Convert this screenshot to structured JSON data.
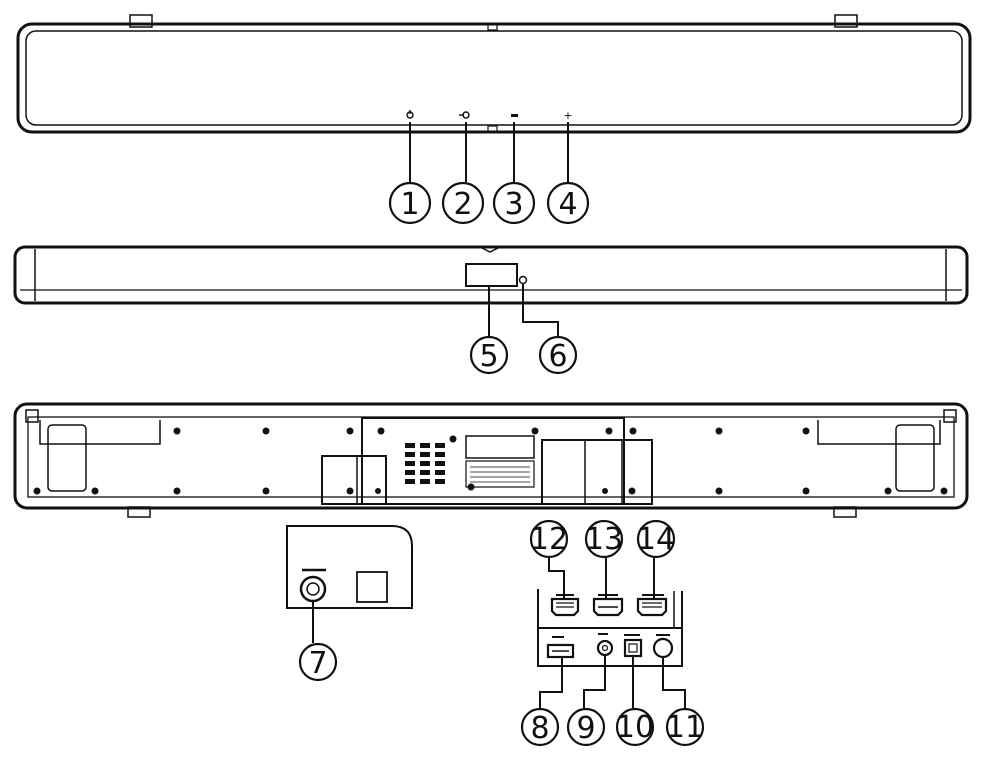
{
  "callouts": {
    "n1": "1",
    "n2": "2",
    "n3": "3",
    "n4": "4",
    "n5": "5",
    "n6": "6",
    "n7": "7",
    "n8": "8",
    "n9": "9",
    "n10": "10",
    "n11": "11",
    "n12": "12",
    "n13": "13",
    "n14": "14"
  },
  "buttons": {
    "minus": "−",
    "plus": "+"
  },
  "colors": {
    "line": "#111111",
    "fill": "#ffffff",
    "dark": "#000000"
  }
}
